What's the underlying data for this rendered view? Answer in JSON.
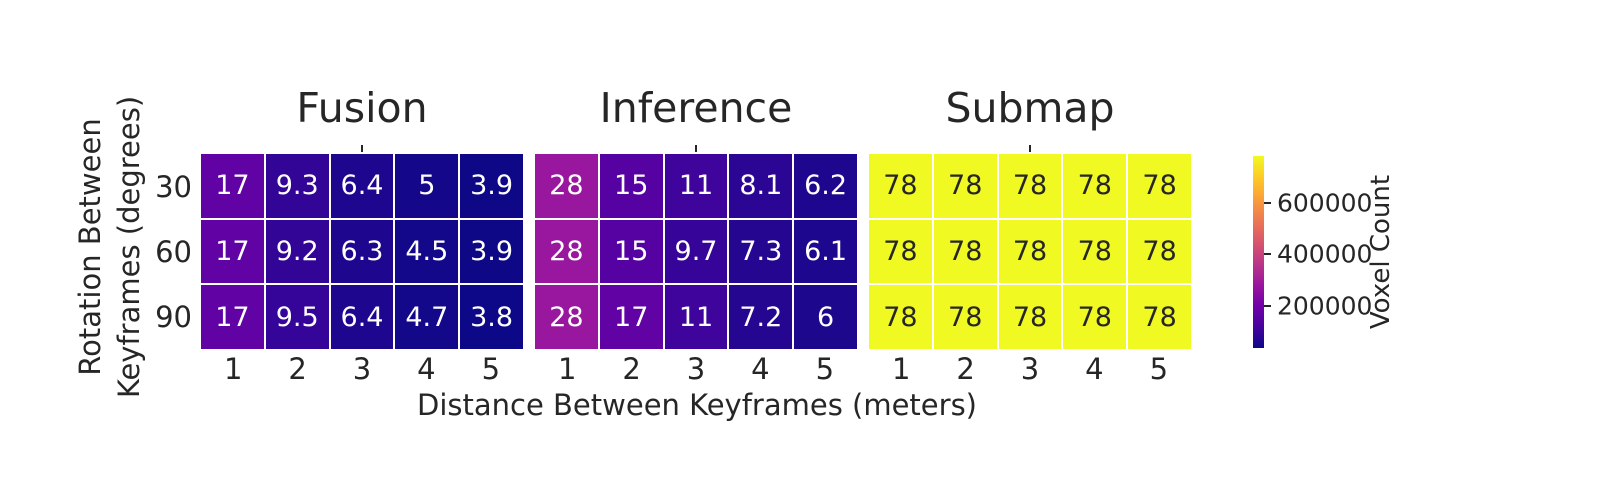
{
  "figure": {
    "background": "#ffffff",
    "text_color": "#262626",
    "x_axis_label": "Distance Between Keyframes (meters)",
    "y_axis_label_lines": [
      "Rotation Between",
      "Keyframes (degrees)"
    ]
  },
  "chart_data": {
    "type": "heatmap",
    "x_tick_labels": [
      "1",
      "2",
      "3",
      "4",
      "5"
    ],
    "y_tick_labels": [
      "30",
      "60",
      "90"
    ],
    "subplots": [
      {
        "title": "Fusion",
        "values": [
          [
            "17",
            "9.3",
            "6.4",
            "5",
            "3.9"
          ],
          [
            "17",
            "9.2",
            "6.3",
            "4.5",
            "3.9"
          ],
          [
            "17",
            "9.5",
            "6.4",
            "4.7",
            "3.8"
          ]
        ]
      },
      {
        "title": "Inference",
        "values": [
          [
            "28",
            "15",
            "11",
            "8.1",
            "6.2"
          ],
          [
            "28",
            "15",
            "9.7",
            "7.3",
            "6.1"
          ],
          [
            "28",
            "17",
            "11",
            "7.2",
            "6"
          ]
        ]
      },
      {
        "title": "Submap",
        "values": [
          [
            "78",
            "78",
            "78",
            "78",
            "78"
          ],
          [
            "78",
            "78",
            "78",
            "78",
            "78"
          ],
          [
            "78",
            "78",
            "78",
            "78",
            "78"
          ]
        ]
      }
    ],
    "annotation_unit_multiplier": 10000,
    "colorbar": {
      "label": "Voxel Count",
      "tick_labels": [
        "200000",
        "400000",
        "600000"
      ],
      "tick_values": [
        200000,
        400000,
        600000
      ],
      "vmin": 38000,
      "vmax": 780000,
      "colormap": "plasma",
      "stops": [
        "#0d0887",
        "#46039f",
        "#7201a8",
        "#9c179e",
        "#bd3786",
        "#d8576b",
        "#ed7953",
        "#fb9f3a",
        "#fdca26",
        "#f0f921"
      ]
    },
    "grid_line_color": "#ffffff",
    "legend_position": "right",
    "grid": false
  }
}
